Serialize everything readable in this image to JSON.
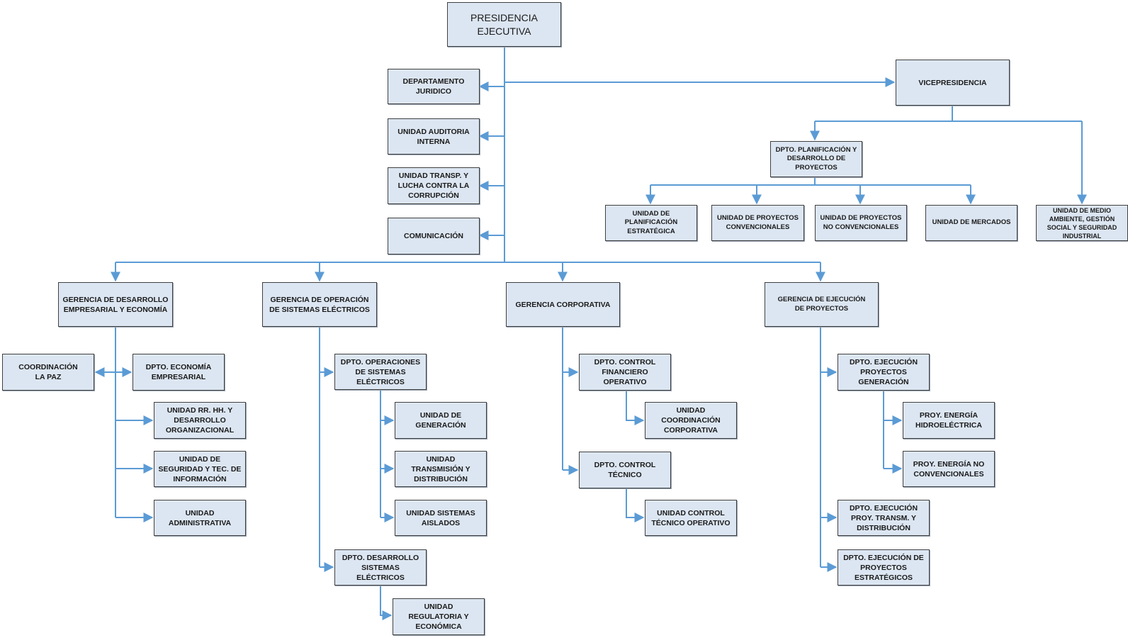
{
  "nodes": {
    "presidencia": "PRESIDENCIA\nEJECUTIVA",
    "juridico": "DEPARTAMENTO\nJURIDICO",
    "auditoria": "UNIDAD AUDITORIA\nINTERNA",
    "transparencia": "UNIDAD TRANSP. Y\nLUCHA CONTRA LA\nCORRUPCIÓN",
    "comunicacion": "COMUNICACIÓN",
    "vicepresidencia": "VICEPRESIDENCIA",
    "dpto_planificacion": "DPTO. PLANIFICACIÓN Y\nDESARROLLO DE\nPROYECTOS",
    "unidad_planificacion": "UNIDAD DE\nPLANIFICACIÓN\nESTRATÉGICA",
    "proyectos_convencionales": "UNIDAD DE PROYECTOS\nCONVENCIONALES",
    "proyectos_no_convencionales": "UNIDAD DE PROYECTOS\nNO CONVENCIONALES",
    "mercados": "UNIDAD DE MERCADOS",
    "medio_ambiente": "UNIDAD DE MEDIO\nAMBIENTE, GESTIÓN\nSOCIAL Y SEGURIDAD\nINDUSTRIAL",
    "gerencia_desarrollo": "GERENCIA DE DESARROLLO\nEMPRESARIAL Y ECONOMÍA",
    "gerencia_operacion": "GERENCIA DE OPERACIÓN\nDE SISTEMAS ELÉCTRICOS",
    "gerencia_corporativa": "GERENCIA CORPORATIVA",
    "gerencia_ejecucion": "GERENCIA DE EJECUCIÓN\nDE PROYECTOS",
    "coordinacion_lapaz": "COORDINACIÓN\nLA PAZ",
    "dpto_economia": "DPTO. ECONOMÍA\nEMPRESARIAL",
    "rrhh": "UNIDAD RR. HH. Y\nDESARROLLO\nORGANIZACIONAL",
    "seguridad_info": "UNIDAD DE\nSEGURIDAD Y TEC. DE\nINFORMACIÓN",
    "administrativa": "UNIDAD\nADMINISTRATIVA",
    "dpto_operaciones": "DPTO. OPERACIONES\nDE SISTEMAS\nELÉCTRICOS",
    "generacion": "UNIDAD DE\nGENERACIÓN",
    "transmision": "UNIDAD\nTRANSMISIÓN Y\nDISTRIBUCIÓN",
    "aislados": "UNIDAD SISTEMAS\nAISLADOS",
    "dpto_desarrollo_se": "DPTO. DESARROLLO\nSISTEMAS ELÉCTRICOS",
    "regulatoria": "UNIDAD\nREGULATORIA Y\nECONÓMICA",
    "dpto_control_financiero": "DPTO. CONTROL\nFINANCIERO\nOPERATIVO",
    "coordinacion_corporativa": "UNIDAD\nCOORDINACIÓN\nCORPORATIVA",
    "dpto_control_tecnico": "DPTO. CONTROL\nTÉCNICO",
    "control_tecnico_operativo": "UNIDAD CONTROL\nTÉCNICO OPERATIVO",
    "dpto_ejec_generacion": "DPTO. EJECUCIÓN\nPROYECTOS\nGENERACIÓN",
    "hidroelectrica": "PROY. ENERGÍA\nHIDROELÉCTRICA",
    "no_convencionales": "PROY. ENERGÍA NO\nCONVENCIONALES",
    "dpto_ejec_transm": "DPTO. EJECUCIÓN\nPROY. TRANSM. Y\nDISTRIBUCIÓN",
    "dpto_ejec_estrategicos": "DPTO. EJECUCIÓN DE\nPROYECTOS\nESTRATÉGICOS"
  },
  "colors": {
    "box_fill": "#dce6f2",
    "box_border": "#404040",
    "connector": "#5b9bd5"
  }
}
